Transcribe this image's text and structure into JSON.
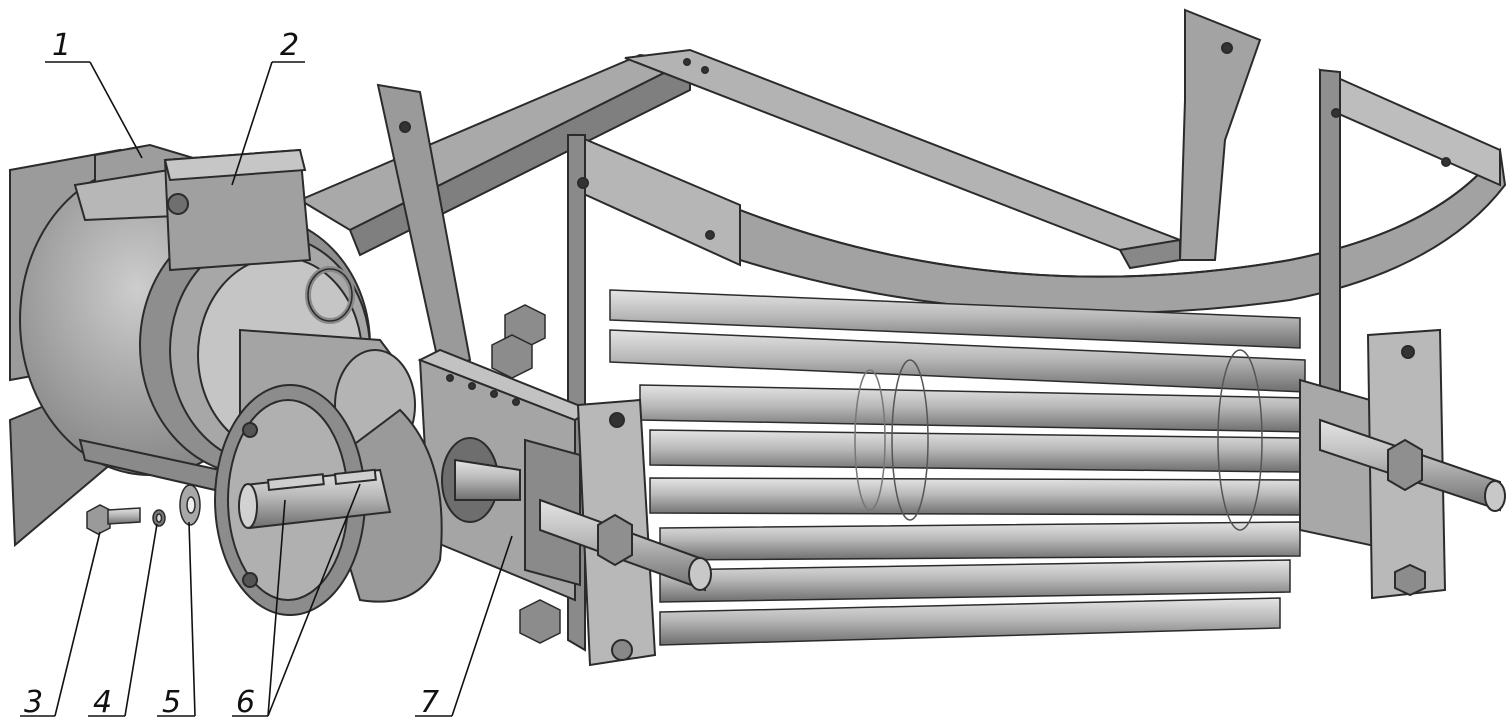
{
  "callouts": {
    "c1": "1",
    "c2": "2",
    "c3": "3",
    "c4": "4",
    "c5": "5",
    "c6": "6",
    "c7": "7"
  },
  "colors": {
    "background": "#ffffff",
    "metal_dark": "#6f6f6f",
    "metal_mid": "#9a9a9a",
    "metal_light": "#c4c4c4",
    "metal_highlight": "#dedede",
    "edge": "#2b2b2b",
    "callout_line": "#111111"
  },
  "parts": [
    "motor-housing",
    "mount-bracket",
    "bolt",
    "lock-washer",
    "washer",
    "shaft-keys",
    "separator-roller-assembly"
  ]
}
